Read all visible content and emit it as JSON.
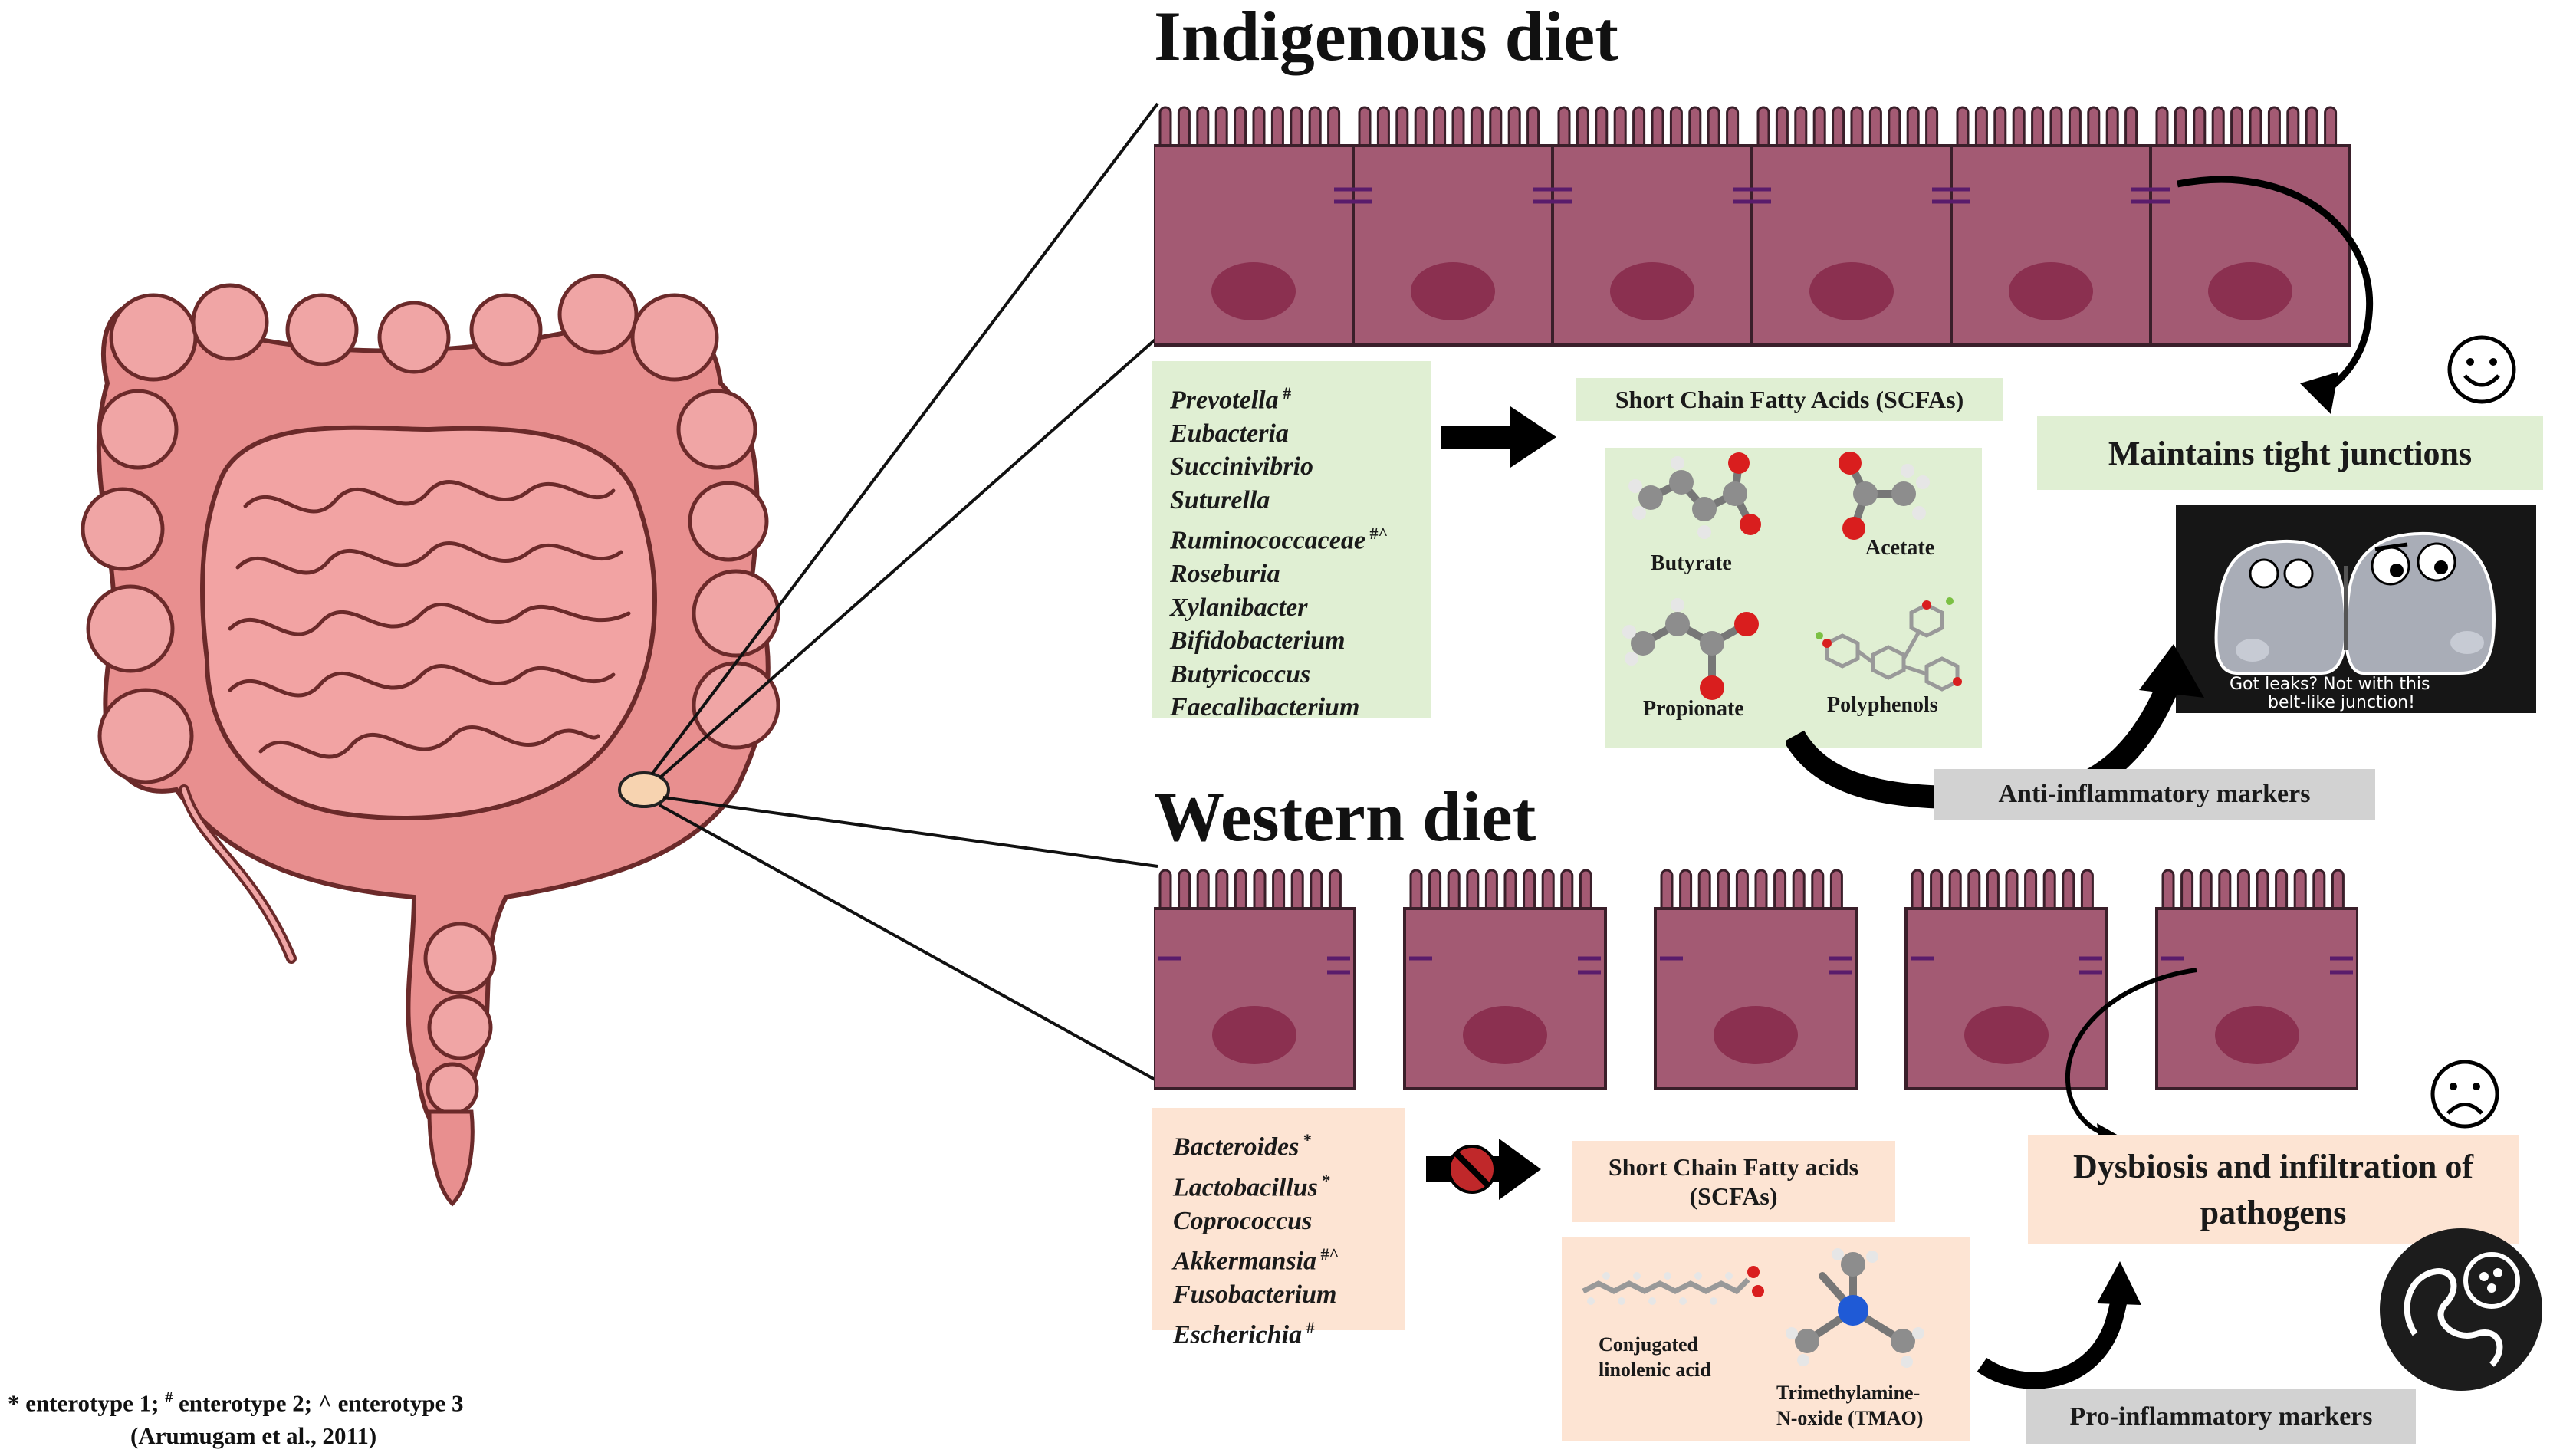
{
  "indigenous": {
    "heading": "Indigenous diet",
    "taxa": [
      {
        "name": "Prevotella",
        "mark": "#"
      },
      {
        "name": "Eubacteria",
        "mark": ""
      },
      {
        "name": "Succinivibrio",
        "mark": ""
      },
      {
        "name": "Suturella",
        "mark": ""
      },
      {
        "name": "Ruminococcaceae",
        "mark": "#^"
      },
      {
        "name": "Roseburia",
        "mark": ""
      },
      {
        "name": "Xylanibacter",
        "mark": ""
      },
      {
        "name": "Bifidobacterium",
        "mark": ""
      },
      {
        "name": "Butyricoccus",
        "mark": ""
      },
      {
        "name": "Faecalibacterium",
        "mark": ""
      }
    ],
    "scfa_label": "Short Chain Fatty Acids (SCFAs)",
    "molecules": {
      "butyrate": "Butyrate",
      "acetate": "Acetate",
      "propionate": "Propionate",
      "polyphenols": "Polyphenols"
    },
    "markers_label": "Anti-inflammatory markers",
    "outcome_label": "Maintains tight junctions",
    "cartoon_caption_line1": "Got leaks? Not with this",
    "cartoon_caption_line2": "belt-like junction!"
  },
  "western": {
    "heading": "Western diet",
    "taxa": [
      {
        "name": "Bacteroides",
        "mark": "*"
      },
      {
        "name": "Lactobacillus",
        "mark": "*"
      },
      {
        "name": "Coprococcus",
        "mark": ""
      },
      {
        "name": "Akkermansia",
        "mark": "#^"
      },
      {
        "name": "Fusobacterium",
        "mark": ""
      },
      {
        "name": "Escherichia",
        "mark": "#"
      }
    ],
    "scfa_label_line1": "Short Chain Fatty acids",
    "scfa_label_line2": "(SCFAs)",
    "molecules": {
      "cla_line1": "Conjugated",
      "cla_line2": "linolenic acid",
      "tmao_line1": "Trimethylamine-",
      "tmao_line2": "N-oxide (TMAO)"
    },
    "markers_label": "Pro-inflammatory markers",
    "outcome_label_line1": "Dysbiosis and infiltration of",
    "outcome_label_line2": "pathogens"
  },
  "footnote": {
    "line1_a": "* enterotype 1; ",
    "line1_b_mark": "#",
    "line1_c": " enterotype 2; ^ enterotype 3",
    "line2": "(Arumugam et al., 2011)"
  },
  "colors": {
    "cell_fill": "#a35a73",
    "cell_stroke": "#3a1f2a",
    "nucleus": "#8b3050",
    "junction": "#5a1c6b",
    "green_box": "#e0efd3",
    "peach_box": "#fde4d3",
    "grey_box": "#d2d2d2",
    "intestine": "#e88f8f"
  }
}
